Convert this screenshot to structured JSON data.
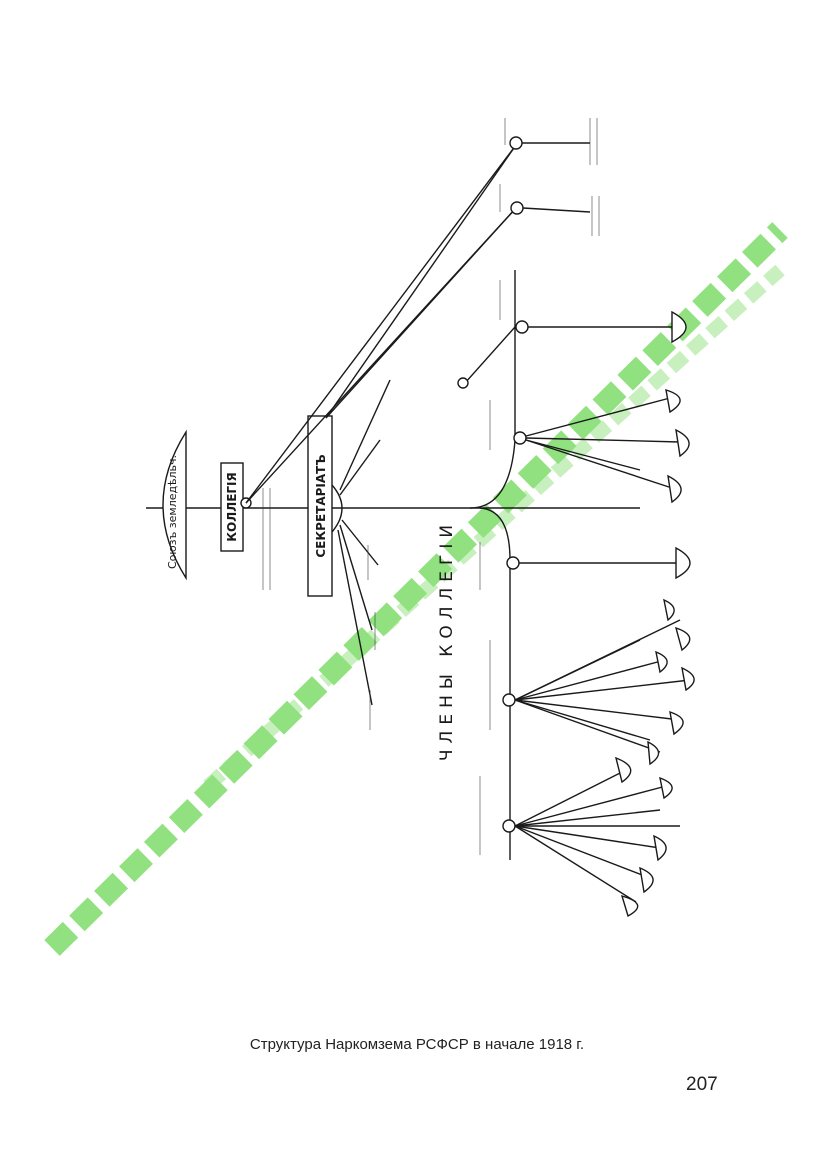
{
  "diagram": {
    "labels": {
      "union": "Союзъ земледѣльч.",
      "collegium": "КОЛЛЕГІЯ",
      "secretariat": "СЕКРЕТАРІАТЪ",
      "members": "ЧЛЕНЫ КОЛЛЕГІИ"
    }
  },
  "watermark": {
    "color": "#7fdc6a"
  },
  "caption": "Структура Наркомзема РСФСР в начале 1918 г.",
  "page_number": "207"
}
